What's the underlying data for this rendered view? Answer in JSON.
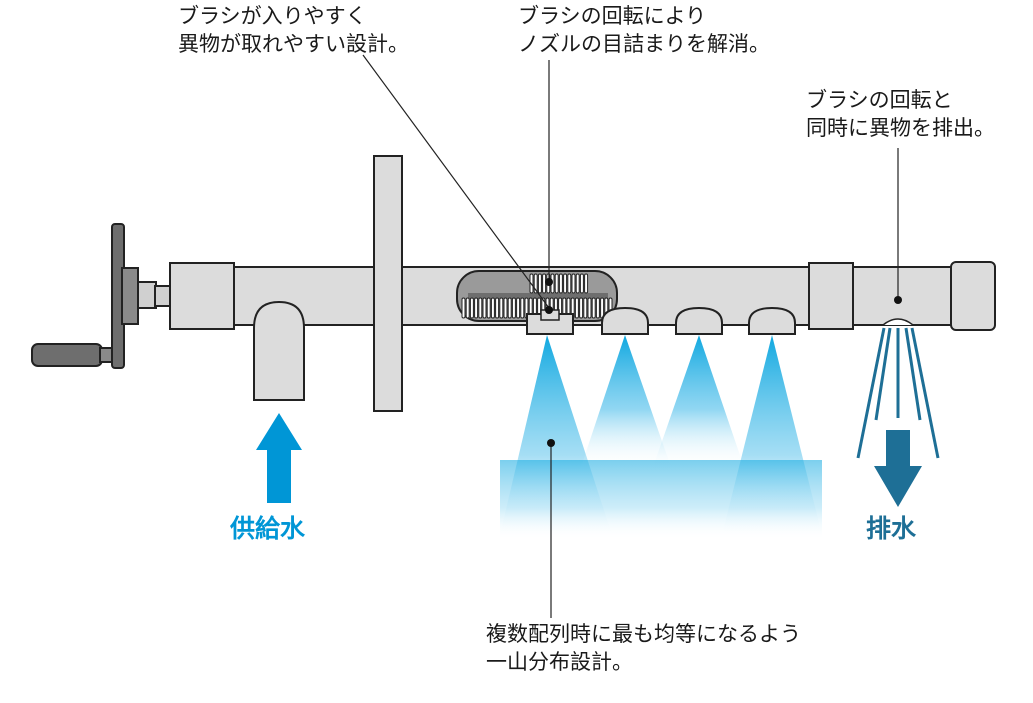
{
  "annotations": {
    "brush_entry": [
      "ブラシが入りやすく",
      "異物が取れやすい設計。"
    ],
    "nozzle_clog": [
      "ブラシの回転により",
      "ノズルの目詰まりを解消。"
    ],
    "discharge": [
      "ブラシの回転と",
      "同時に異物を排出。"
    ],
    "distribution": [
      "複数配列時に最も均等になるよう",
      "一山分布設計。"
    ]
  },
  "flow_labels": {
    "supply": "供給水",
    "drain": "排水"
  },
  "colors": {
    "supply_blue": "#0096d6",
    "spray_blue": "#10a8e0",
    "drain_blue": "#1e6f96",
    "pipe_gray": "#dcdcdc",
    "handle_gray": "#6e6e6e",
    "outline": "#222222"
  }
}
